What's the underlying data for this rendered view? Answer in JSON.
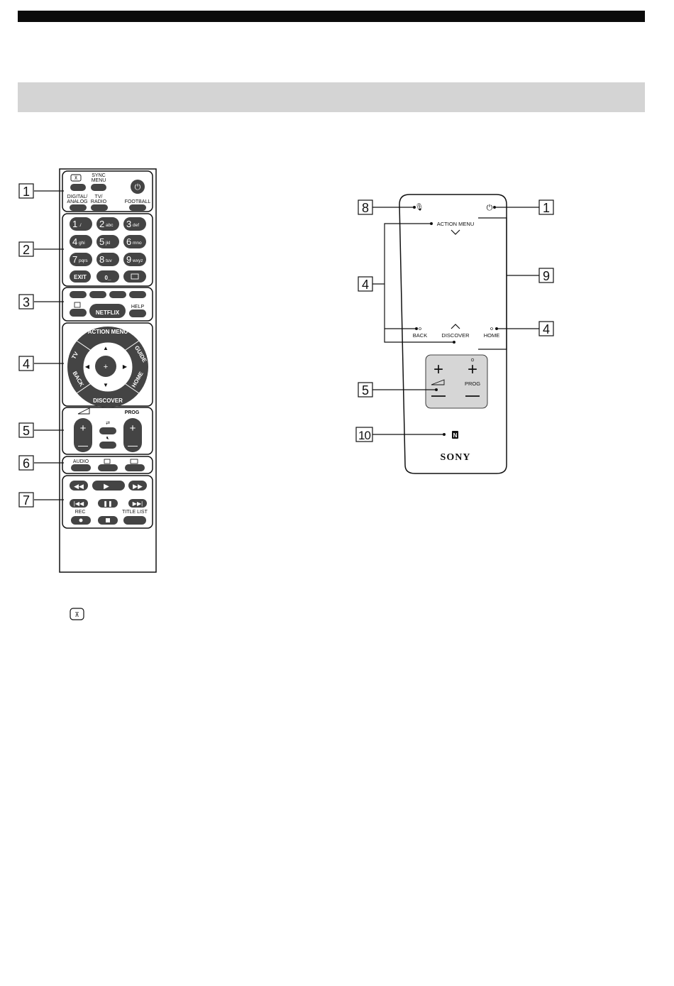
{
  "page": {
    "header_bar": "",
    "section_band": ""
  },
  "standard_remote": {
    "callouts": [
      "1",
      "2",
      "3",
      "4",
      "5",
      "6",
      "7"
    ],
    "row1_labels": {
      "sync_menu": "SYNC MENU",
      "digital_analog": "DIGITAL/ ANALOG",
      "tv_radio": "TV/ RADIO",
      "football": "FOOTBALL"
    },
    "number_keys": [
      {
        "digit": "1",
        "sub": "./"
      },
      {
        "digit": "2",
        "sub": "abc"
      },
      {
        "digit": "3",
        "sub": "def"
      },
      {
        "digit": "4",
        "sub": "ghi"
      },
      {
        "digit": "5",
        "sub": "jkl"
      },
      {
        "digit": "6",
        "sub": "mno"
      },
      {
        "digit": "7",
        "sub": "pqrs"
      },
      {
        "digit": "8",
        "sub": "tuv"
      },
      {
        "digit": "9",
        "sub": "wxyz"
      }
    ],
    "exit_label": "EXIT",
    "zero_label": "0_",
    "netflix_label": "NETFLIX",
    "help_label": "HELP",
    "ring_labels": {
      "tv": "TV",
      "action_menu": "ACTION MENU",
      "guide": "GUIDE",
      "back": "BACK",
      "home": "HOME",
      "discover": "DISCOVER"
    },
    "prog_label": "PROG",
    "audio_label": "AUDIO",
    "rec_label": "REC",
    "title_list_label": "TITLE LIST"
  },
  "touchpad_remote": {
    "callouts": [
      "8",
      "1",
      "4",
      "9",
      "4",
      "5",
      "10"
    ],
    "action_menu_label": "ACTION MENU",
    "back_label": "BACK",
    "discover_label": "DISCOVER",
    "home_label": "HOME",
    "prog_label": "PROG",
    "brand": "SONY"
  },
  "colors": {
    "black": "#0b0b0b",
    "band": "#d4d4d4",
    "button": "#444444",
    "touch_key_area": "#d6d6d6"
  }
}
